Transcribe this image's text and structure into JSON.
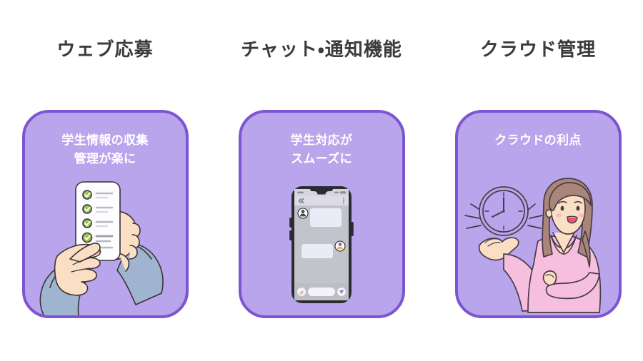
{
  "page": {
    "background_color": "#ffffff",
    "layout": "three-column-feature-cards",
    "language": "ja"
  },
  "theme": {
    "card_fill": "#b9a5ec",
    "card_border": "#7d55d1",
    "heading_color": "#3b3b3b",
    "caption_color": "#ffffff",
    "check_green": "#8fb84a",
    "skin": "#fbdfc4",
    "sleeve_blue": "#9fb4cf",
    "sweater_pink": "#f6bfe0",
    "hair_brown": "#a98679",
    "phone_frame": "#2b2b33",
    "phone_screen": "#c3c3cb",
    "bubble": "#e9ecf6"
  },
  "columns": [
    {
      "id": "web-application",
      "heading": "ウェブ応募",
      "card": {
        "caption_line1": "学生情報の収集",
        "caption_line2": "管理が楽に",
        "illustration": "hands-holding-phone-checklist",
        "illustration_alt": "スマートフォンのチェックリストを指差す両手のイラスト",
        "checklist_items": 5,
        "checkmark_color": "#8fb84a"
      }
    },
    {
      "id": "chat-notification",
      "heading": "チャット・通知機能",
      "card": {
        "caption_line1": "学生対応が",
        "caption_line2": "スムーズに",
        "illustration": "smartphone-chat-screen",
        "illustration_alt": "チャット画面を表示したスマートフォンのイラスト",
        "phone_ui": {
          "back_icon": "double-chevron-left-icon",
          "menu_icon": "kebab-menu-icon",
          "incoming_avatar_icon": "person-avatar-icon",
          "outgoing_avatar_icon": "person-avatar-icon",
          "attach_icon": "pencil-icon",
          "send_icon": "send-paper-plane-icon",
          "message_count": 2
        }
      }
    },
    {
      "id": "cloud-management",
      "heading": "クラウド管理",
      "card": {
        "caption_line1": "クラウドの利点",
        "caption_line2": "",
        "illustration": "woman-presenting-clock",
        "illustration_alt": "時計を手のひらに乗せて微笑む女性のイラスト",
        "clock_icon": "wall-clock-icon"
      }
    }
  ]
}
